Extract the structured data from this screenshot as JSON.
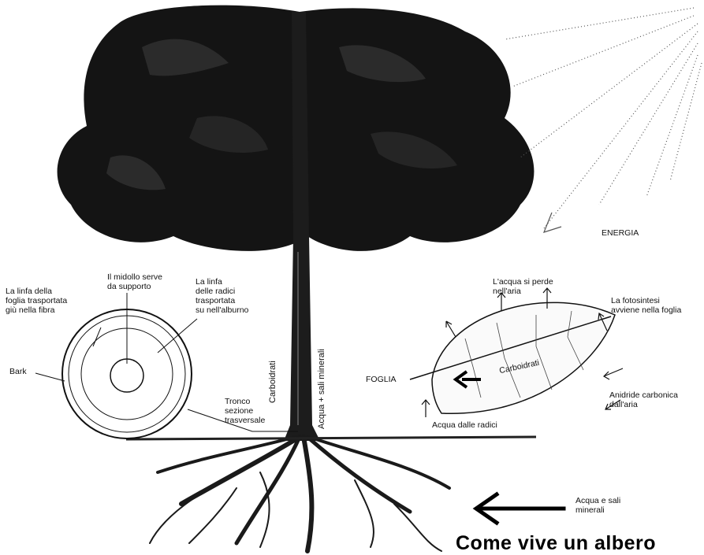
{
  "labels": {
    "energy": "ENERGIA",
    "photosynthesis": "La fotosintesi\navviene nella foglia",
    "water_lost": "L'acqua si perde\nnell'aria",
    "carbohydrates_trunk": "Carboidrati",
    "water_minerals_trunk": "Acqua + sali minerali",
    "carbohydrates_leaf": "Carboidrati",
    "leaf": "FOGLIA",
    "co2": "Anidride carbonica\ndall'aria",
    "water_from_roots": "Acqua dalle radici",
    "water_minerals_soil": "Acqua e sali\nminerali",
    "leaf_sap": "La linfa della\nfoglia trasportata\ngiù nella fibra",
    "pith": "Il midollo serve\nda supporto",
    "root_sap": "La linfa\ndelle radici\ntrasportata\nsu nell'alburno",
    "bark": "Bark",
    "trunk_section": "Tronco\nsezione\ntrasversale"
  },
  "title": "Come vive un albero"
}
